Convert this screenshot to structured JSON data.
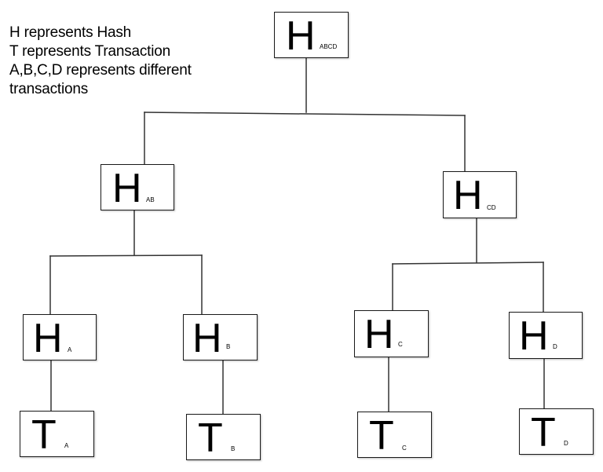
{
  "legend": {
    "line1": "H represents Hash",
    "line2": "T represents Transaction",
    "line3": "A,B,C,D represents different",
    "line4": "transactions"
  },
  "nodes": {
    "h_abcd": {
      "letter": "H",
      "sub": "ABCD"
    },
    "h_ab": {
      "letter": "H",
      "sub": "AB"
    },
    "h_cd": {
      "letter": "H",
      "sub": "CD"
    },
    "h_a": {
      "letter": "H",
      "sub": "A"
    },
    "h_b": {
      "letter": "H",
      "sub": "B"
    },
    "h_c": {
      "letter": "H",
      "sub": "C"
    },
    "h_d": {
      "letter": "H",
      "sub": "D"
    },
    "t_a": {
      "letter": "T",
      "sub": "A"
    },
    "t_b": {
      "letter": "T",
      "sub": "B"
    },
    "t_c": {
      "letter": "T",
      "sub": "C"
    },
    "t_d": {
      "letter": "T",
      "sub": "D"
    }
  }
}
